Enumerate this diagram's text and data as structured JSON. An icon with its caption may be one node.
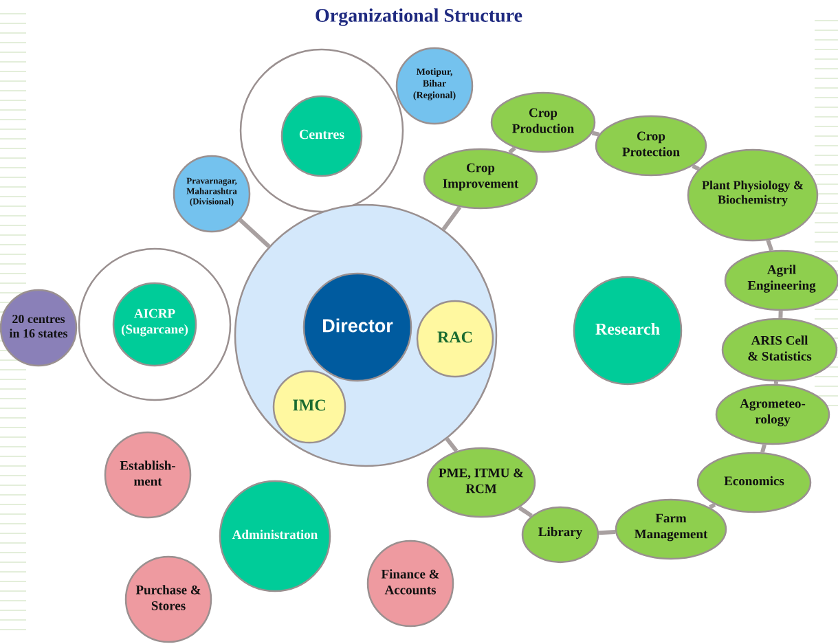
{
  "diagram": {
    "title": "Organizational Structure",
    "nodes": [
      {
        "text": [],
        "shape": "circle"
      },
      {
        "text": [
          "Centres"
        ],
        "in": 0
      },
      {
        "text": [
          "Motipur, Bihar (Regional)"
        ]
      },
      {
        "text": [
          "Pravarnagar, Maharashtra (Divisional)"
        ]
      },
      {
        "text": [],
        "shape": "circle"
      },
      {
        "text": [
          "AICRP (Sugarcane)"
        ],
        "in": 4
      },
      {
        "text": [
          "20 centres in 16 states"
        ]
      },
      {
        "text": [],
        "shape": "circle"
      },
      {
        "text": [
          "Director"
        ],
        "in": 7
      },
      {
        "text": [
          "RAC"
        ],
        "in": 7
      },
      {
        "text": [
          "IMC"
        ],
        "in": 7
      },
      {
        "text": [
          "Research"
        ]
      },
      {
        "text": [
          "Crop Improvement"
        ]
      },
      {
        "text": [
          "Crop Production"
        ]
      },
      {
        "text": [
          "Crop Protection"
        ]
      },
      {
        "text": [
          "Plant Physiology & Biochemistry"
        ]
      },
      {
        "text": [
          "Agril Engineering"
        ]
      },
      {
        "text": [
          "ARIS Cell & Statistics"
        ]
      },
      {
        "text": [
          "Agrometeo-rology"
        ]
      },
      {
        "text": [
          "Economics"
        ]
      },
      {
        "text": [
          "Farm Management"
        ]
      },
      {
        "text": [
          "Library"
        ]
      },
      {
        "text": [
          "PME, ITMU & RCM"
        ]
      },
      {
        "text": [
          "Establish-ment"
        ]
      },
      {
        "text": [
          "Administration"
        ]
      },
      {
        "text": [
          "Purchase & Stores"
        ]
      },
      {
        "text": [
          "Finance & Accounts"
        ]
      }
    ],
    "edges": [
      {
        "from": 3,
        "to": 7,
        "arrow": "none"
      },
      {
        "from": 7,
        "to": 12,
        "arrow": "none"
      },
      {
        "from": 12,
        "to": 13,
        "arrow": "none"
      },
      {
        "from": 13,
        "to": 14,
        "arrow": "none"
      },
      {
        "from": 14,
        "to": 15,
        "arrow": "none"
      },
      {
        "from": 15,
        "to": 16,
        "arrow": "none"
      },
      {
        "from": 16,
        "to": 17,
        "arrow": "none"
      },
      {
        "from": 17,
        "to": 18,
        "arrow": "none"
      },
      {
        "from": 18,
        "to": 19,
        "arrow": "none"
      },
      {
        "from": 19,
        "to": 20,
        "arrow": "none"
      },
      {
        "from": 20,
        "to": 21,
        "arrow": "none"
      },
      {
        "from": 21,
        "to": 22,
        "arrow": "none"
      },
      {
        "from": 22,
        "to": 7,
        "arrow": "none"
      }
    ]
  }
}
